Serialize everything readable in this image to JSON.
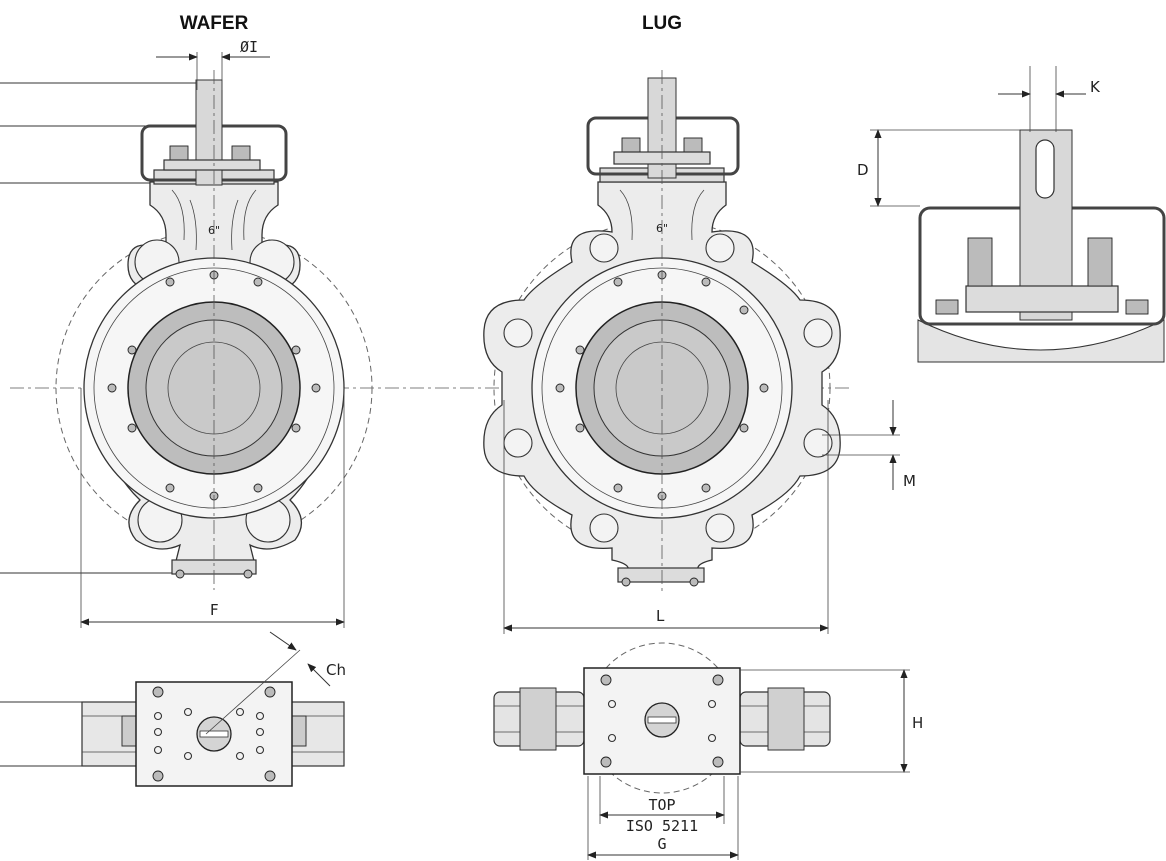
{
  "titles": {
    "wafer": "WAFER",
    "lug": "LUG"
  },
  "size_mark": "6\"",
  "dimensions": {
    "shaft_diameter": "ØI",
    "key_width": "K",
    "shaft_height": "D",
    "lug_thread": "M",
    "wafer_width": "F",
    "lug_width": "L",
    "chamfer": "Ch",
    "height": "H",
    "bolt_circle": "G"
  },
  "top_flange": {
    "line1": "TOP",
    "line2": "ISO 5211"
  }
}
